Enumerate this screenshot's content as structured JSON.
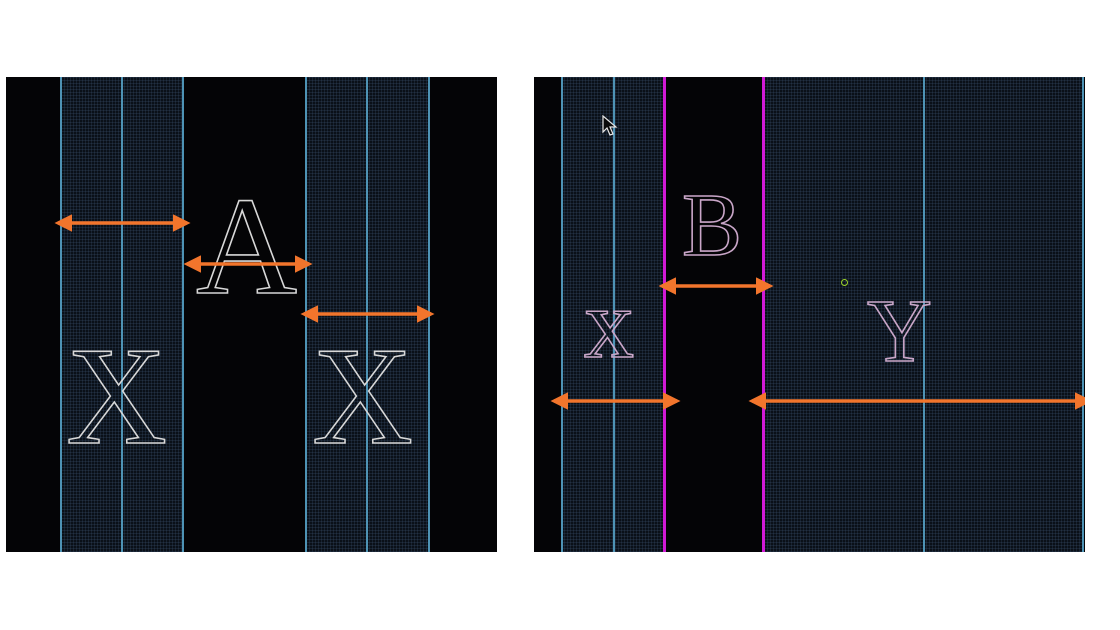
{
  "left_panel": {
    "letters": {
      "center": "A",
      "side_left": "X",
      "side_right": "X"
    }
  },
  "right_panel": {
    "letters": {
      "left": "x",
      "center": "B",
      "right": "Y"
    }
  },
  "colors": {
    "background": "#040406",
    "grid": "#0a1018",
    "guide_blue": "#4e93b5",
    "guide_magenta": "#d21ad6",
    "arrow": "#f2752c",
    "glyph_left": "#d8d8d8",
    "glyph_right": "#c9a6c8"
  }
}
